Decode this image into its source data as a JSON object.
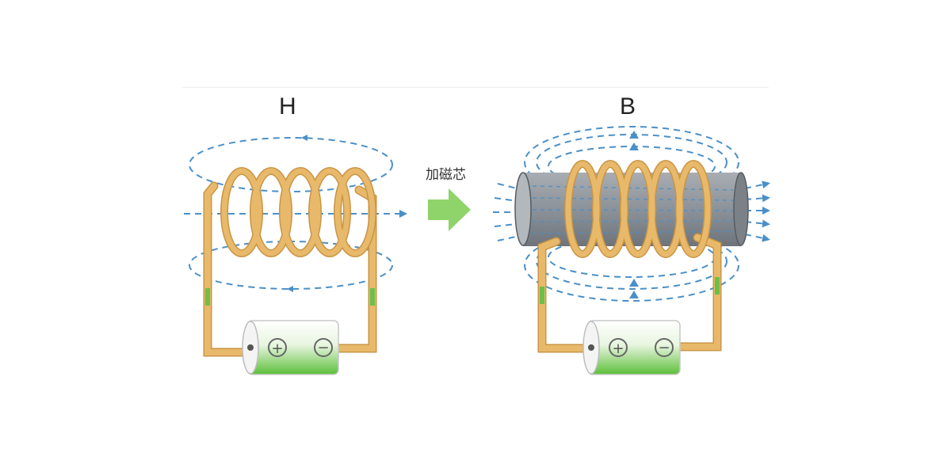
{
  "left_panel": {
    "label": "H"
  },
  "right_panel": {
    "label": "B"
  },
  "transition": {
    "text": "加磁芯",
    "arrow_icon": "right-arrow-icon"
  },
  "battery": {
    "plus_symbol": "⊕",
    "minus_symbol": "⊖"
  },
  "colors": {
    "coil": "#e8b96a",
    "coil_outline": "#c99544",
    "field_lines": "#4a90c8",
    "core": "#8c9299",
    "battery_green": "#5cbf3a",
    "current_arrow": "#6cc04a",
    "transition_arrow": "#8ed46a"
  }
}
